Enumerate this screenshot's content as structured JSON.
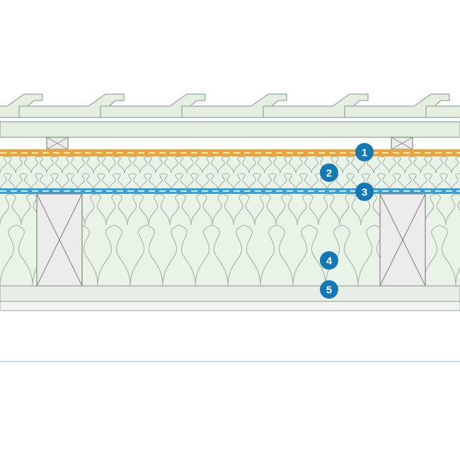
{
  "diagram": {
    "markers": [
      {
        "label": "1",
        "layer": "orange-membrane"
      },
      {
        "label": "2",
        "layer": "upper-insulation"
      },
      {
        "label": "3",
        "layer": "blue-membrane"
      },
      {
        "label": "4",
        "layer": "between-rafter-insulation"
      },
      {
        "label": "5",
        "layer": "inner-lining"
      }
    ]
  },
  "colors": {
    "tile_fill": "#e4efe2",
    "tile_stroke": "#9aa79a",
    "insulation_fill": "#eaf3e8",
    "insulation_stroke": "#a8b3a6",
    "timber_fill": "#ececec",
    "timber_stroke": "#8c8c8c",
    "orange_membrane": "#e9a53a",
    "blue_membrane": "#3aa0d6",
    "marker_fill": "#1478b4",
    "marker_text": "#ffffff",
    "inner_lining": "#e8ede8",
    "floor_line": "#bcd2e2"
  },
  "icons": {
    "marker": "numbered-circle-icon",
    "timber": "timber-cross-section-icon"
  }
}
